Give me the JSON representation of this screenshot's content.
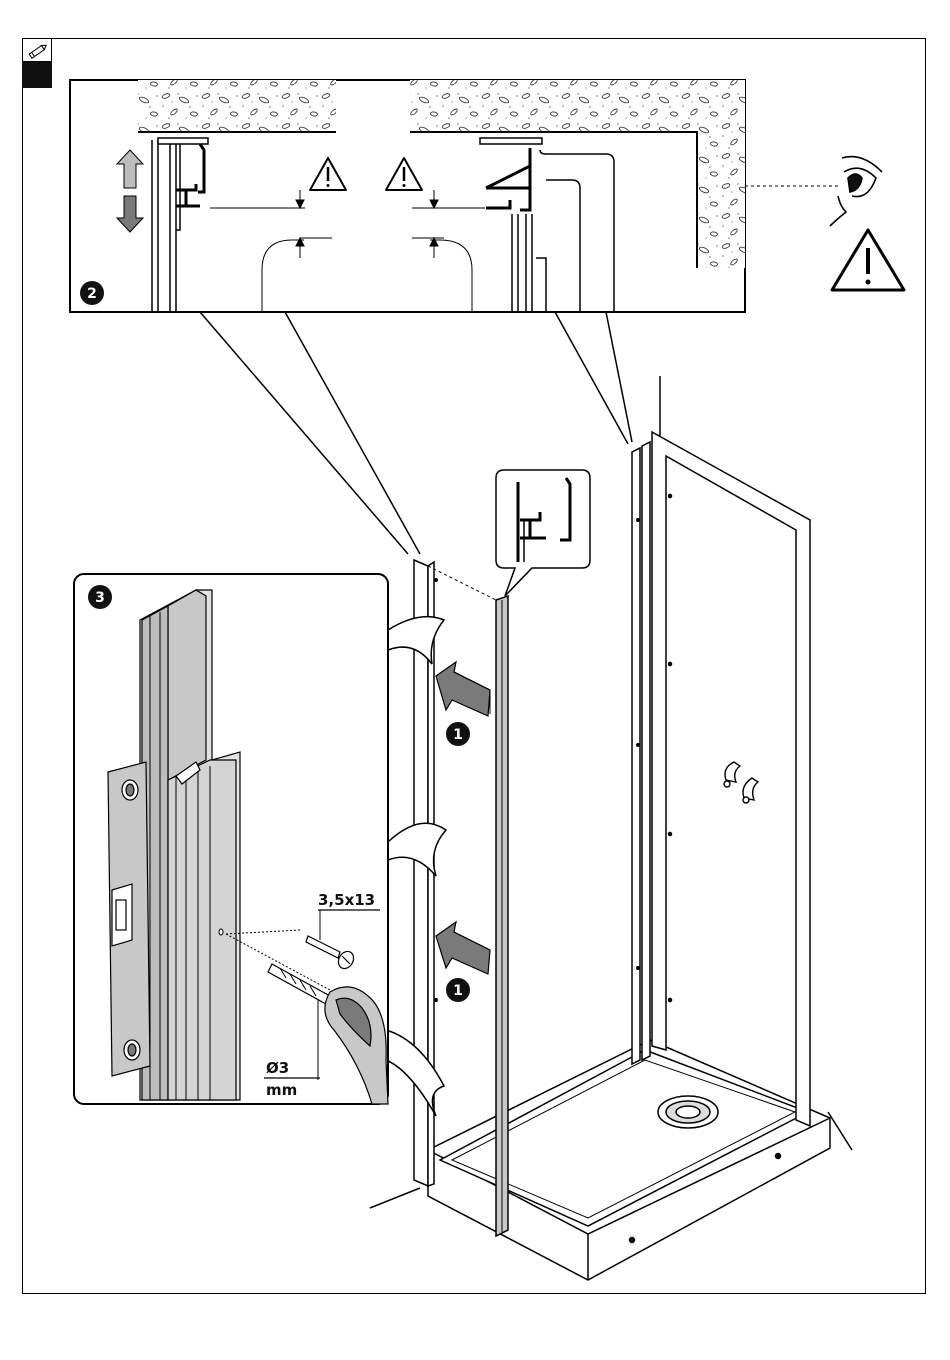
{
  "steps": {
    "step_1": "1",
    "step_2": "2",
    "step_3": "3"
  },
  "labels": {
    "screw_size": "3,5x13",
    "drill_diameter": "Ø3",
    "drill_unit": "mm"
  },
  "icons": [
    "pencil-icon",
    "warning-icon",
    "eye-icon",
    "up-arrow-icon",
    "down-arrow-icon",
    "push-arrow-icon",
    "spirit-level-icon",
    "drill-icon",
    "screw-icon"
  ],
  "colors": {
    "ink": "#111111",
    "gray_fill": "#c8c8c8",
    "light_gray": "#e4e4e4",
    "dark_gray": "#7a7a7a"
  }
}
